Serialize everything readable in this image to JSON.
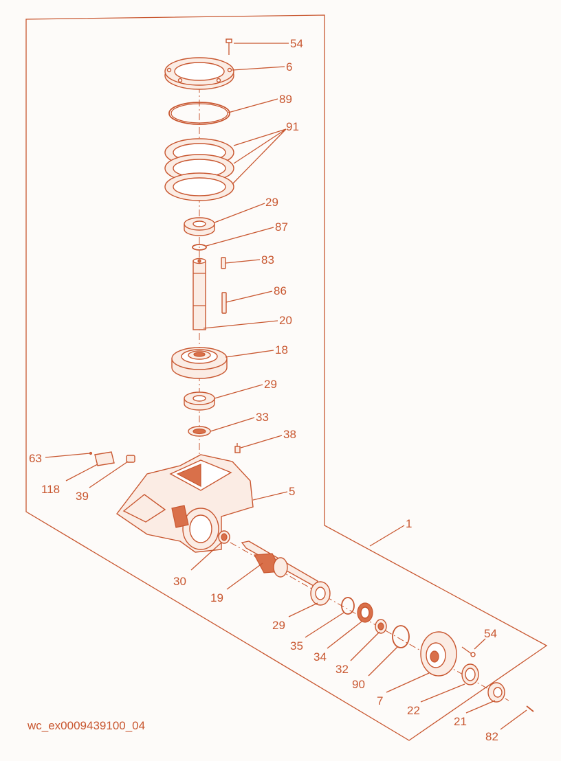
{
  "diagram": {
    "drawing_id": "wc_ex0009439100_04",
    "accent_color": "#c8562f",
    "labels": [
      {
        "id": "lbl-54-top",
        "text": "54"
      },
      {
        "id": "lbl-6",
        "text": "6"
      },
      {
        "id": "lbl-89",
        "text": "89"
      },
      {
        "id": "lbl-91",
        "text": "91"
      },
      {
        "id": "lbl-29-a",
        "text": "29"
      },
      {
        "id": "lbl-87",
        "text": "87"
      },
      {
        "id": "lbl-83",
        "text": "83"
      },
      {
        "id": "lbl-86",
        "text": "86"
      },
      {
        "id": "lbl-20",
        "text": "20"
      },
      {
        "id": "lbl-18",
        "text": "18"
      },
      {
        "id": "lbl-29-b",
        "text": "29"
      },
      {
        "id": "lbl-33",
        "text": "33"
      },
      {
        "id": "lbl-38",
        "text": "38"
      },
      {
        "id": "lbl-63",
        "text": "63"
      },
      {
        "id": "lbl-118",
        "text": "118"
      },
      {
        "id": "lbl-39",
        "text": "39"
      },
      {
        "id": "lbl-5",
        "text": "5"
      },
      {
        "id": "lbl-1",
        "text": "1"
      },
      {
        "id": "lbl-30",
        "text": "30"
      },
      {
        "id": "lbl-19",
        "text": "19"
      },
      {
        "id": "lbl-29-c",
        "text": "29"
      },
      {
        "id": "lbl-35",
        "text": "35"
      },
      {
        "id": "lbl-34",
        "text": "34"
      },
      {
        "id": "lbl-32",
        "text": "32"
      },
      {
        "id": "lbl-90",
        "text": "90"
      },
      {
        "id": "lbl-7",
        "text": "7"
      },
      {
        "id": "lbl-54-bottom",
        "text": "54"
      },
      {
        "id": "lbl-22",
        "text": "22"
      },
      {
        "id": "lbl-21",
        "text": "21"
      },
      {
        "id": "lbl-82",
        "text": "82"
      }
    ]
  }
}
